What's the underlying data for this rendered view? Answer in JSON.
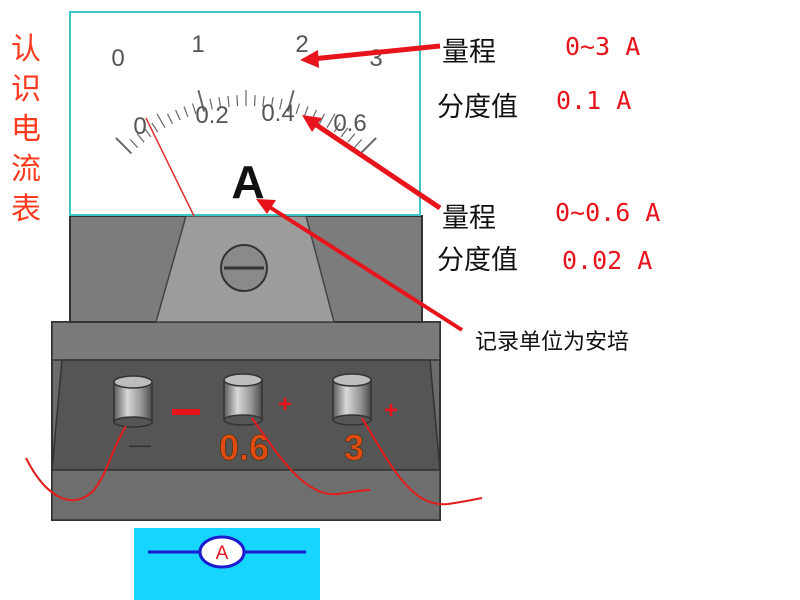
{
  "title_chars": [
    "认",
    "识",
    "电",
    "流",
    "表"
  ],
  "scale": {
    "upper_ticks": [
      "0",
      "1",
      "2",
      "3"
    ],
    "lower_ticks": [
      "0",
      "0.2",
      "0.4",
      "0.6"
    ]
  },
  "unit_symbol": "A",
  "terminals": {
    "negative_sign": "—",
    "mid_plus": "+",
    "mid_label": "0.6",
    "right_plus": "+",
    "right_label": "3"
  },
  "range_big": {
    "label": "量程",
    "value": "0~3 A"
  },
  "division_big": {
    "label": "分度值",
    "value": "0.1 A"
  },
  "range_small": {
    "label": "量程",
    "value": "0~0.6 A"
  },
  "division_small": {
    "label": "分度值",
    "value": "0.02 A"
  },
  "unit_note": "记录单位为安培",
  "symbol_letter": "A",
  "colors": {
    "accent_red": "#e8141c",
    "title_orange_red": "#ff3b1f",
    "body_gray": "#6b6b6b",
    "symbol_bg": "#16d6ff",
    "symbol_line": "#1b1bd0"
  }
}
